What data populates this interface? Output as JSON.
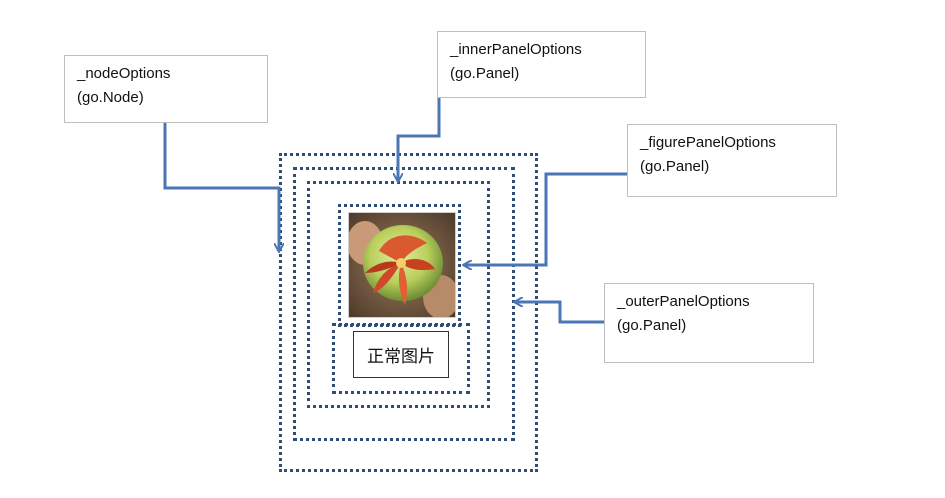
{
  "callouts": {
    "node": {
      "name": "_nodeOptions",
      "type": "(go.Node)"
    },
    "inner": {
      "name": "_innerPanelOptions",
      "type": "(go.Panel)"
    },
    "figure": {
      "name": "_figurePanelOptions",
      "type": "(go.Panel)"
    },
    "outer": {
      "name": "_outerPanelOptions",
      "type": "(go.Panel)"
    }
  },
  "caption": "正常图片",
  "image": {
    "subject": "flower-photo"
  },
  "colors": {
    "connector": "#4a76b4",
    "panel_border": "#2e4e78",
    "callout_border": "#bfbfbf"
  }
}
